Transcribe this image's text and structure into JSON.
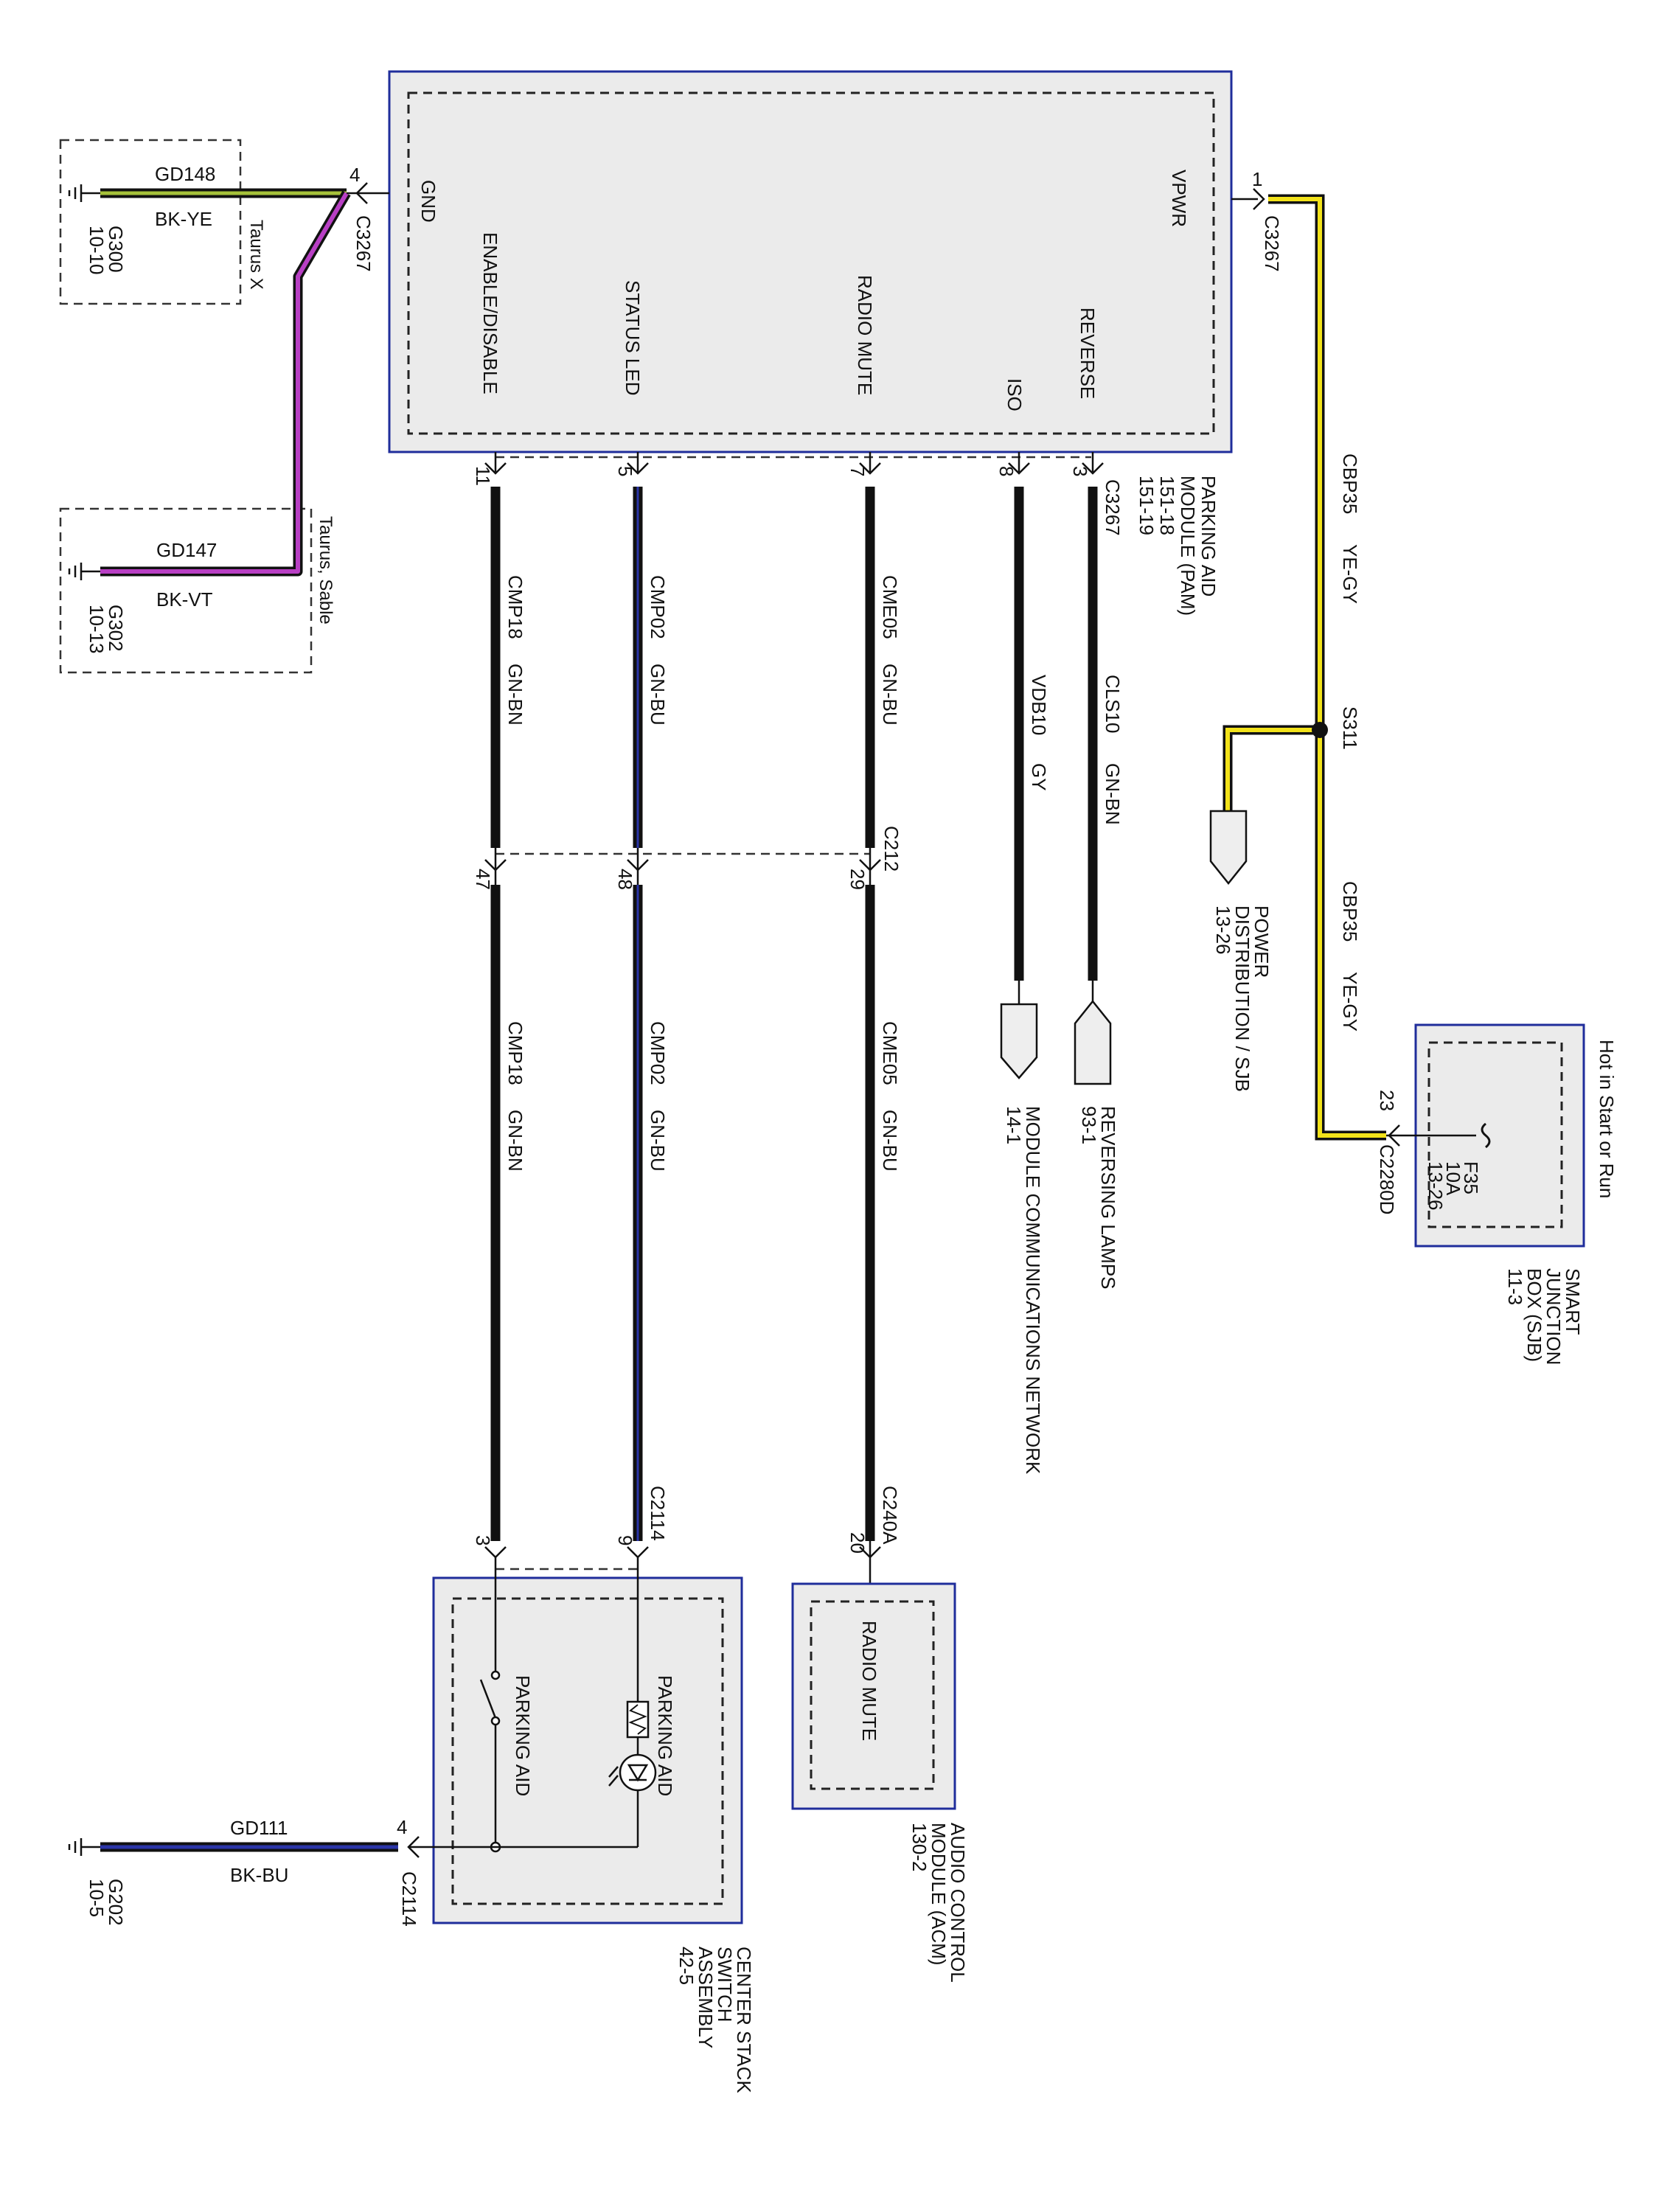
{
  "colors": {
    "wire_black": "#111111",
    "wire_yellow": "#f2e21a",
    "wire_violet": "#b83fc4",
    "wire_blue": "#2b35a8",
    "wire_green_yellow": "#a6c23a",
    "module_border": "#1f2d9b",
    "module_fill": "#ebebeb"
  },
  "pam": {
    "title_line1": "PARKING AID",
    "title_line2": "MODULE (PAM)",
    "ref1": "151-18",
    "ref2": "151-19",
    "pins": {
      "gnd": "GND",
      "vpwr": "VPWR",
      "enable": "ENABLE/DISABLE",
      "status_led": "STATUS LED",
      "radio_mute": "RADIO MUTE",
      "iso": "ISO",
      "reverse": "REVERSE"
    },
    "connector": "C3267",
    "pin_numbers": {
      "gnd": "4",
      "vpwr": "1",
      "enable": "11",
      "status_led": "5",
      "radio_mute": "7",
      "iso": "8",
      "reverse": "3"
    }
  },
  "grounds": {
    "g300": {
      "circuit": "GD148",
      "color": "BK-YE",
      "name": "G300",
      "ref": "10-10",
      "note": "Taurus X"
    },
    "g302": {
      "circuit": "GD147",
      "color": "BK-VT",
      "name": "G302",
      "ref": "10-13",
      "note": "Taurus, Sable"
    },
    "g202": {
      "circuit": "GD111",
      "color": "BK-BU",
      "name": "G202",
      "ref": "10-5"
    }
  },
  "wires": {
    "cmp18": {
      "circuit": "CMP18",
      "color": "GN-BN"
    },
    "cmp02": {
      "circuit": "CMP02",
      "color": "GN-BU"
    },
    "cme05": {
      "circuit": "CME05",
      "color": "GN-BU"
    },
    "vdb10": {
      "circuit": "VDB10",
      "color": "GY"
    },
    "cls10": {
      "circuit": "CLS10",
      "color": "GN-BN"
    },
    "cbp35": {
      "circuit": "CBP35",
      "color": "YE-GY"
    }
  },
  "c212": {
    "name": "C212",
    "pin_cmp18": "47",
    "pin_cmp02": "48",
    "pin_cme05": "29"
  },
  "splice": {
    "name": "S311"
  },
  "power_dist": {
    "line1": "POWER",
    "line2": "DISTRIBUTION / SJB",
    "ref": "13-26"
  },
  "module_comm": {
    "line1": "MODULE COMMUNICATIONS NETWORK",
    "ref": "14-1"
  },
  "reversing": {
    "line1": "REVERSING LAMPS",
    "ref": "93-1"
  },
  "sjb": {
    "note": "Hot in Start or Run",
    "fuse": "F35",
    "amps": "10A",
    "fuse_ref": "13-26",
    "pin": "23",
    "connector": "C2280D",
    "title1": "SMART",
    "title2": "JUNCTION",
    "title3": "BOX (SJB)",
    "ref": "11-3"
  },
  "center_stack": {
    "connector": "C2114",
    "pin_cmp18": "3",
    "pin_cmp02": "9",
    "pin_gnd": "4",
    "switch_label": "PARKING AID",
    "led_label": "PARKING AID",
    "title1": "CENTER STACK",
    "title2": "SWITCH",
    "title3": "ASSEMBLY",
    "ref": "42-5"
  },
  "acm": {
    "connector": "C240A",
    "pin": "20",
    "inner": "RADIO MUTE",
    "title1": "AUDIO CONTROL",
    "title2": "MODULE (ACM)",
    "ref": "130-2"
  }
}
